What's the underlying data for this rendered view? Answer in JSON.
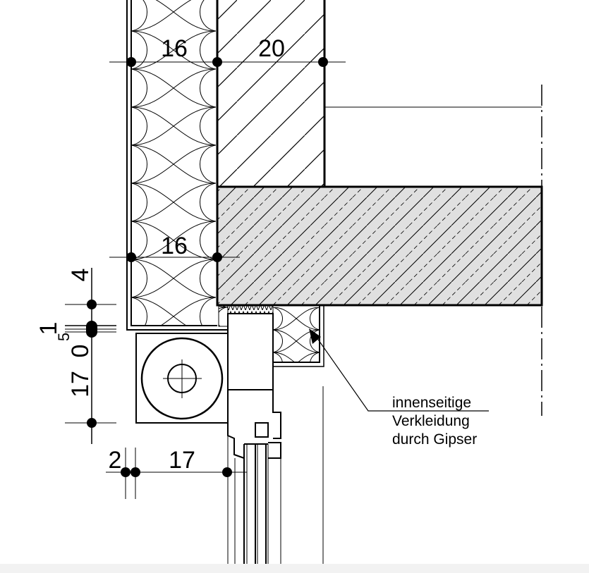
{
  "drawing": {
    "dimensions_top": [
      "16",
      "20"
    ],
    "dimension_middle": "16",
    "dimensions_vertical": {
      "top": "4",
      "gap": "1",
      "offset_base": "0",
      "offset_sup": "5",
      "box": "17"
    },
    "dimensions_bottom": [
      "2",
      "17"
    ],
    "annotation": [
      "innenseitige",
      "Verkleidung",
      "durch Gipser"
    ],
    "colors": {
      "line": "#000000",
      "concrete_fill": "#e0e0e0",
      "background": "#ffffff"
    }
  }
}
